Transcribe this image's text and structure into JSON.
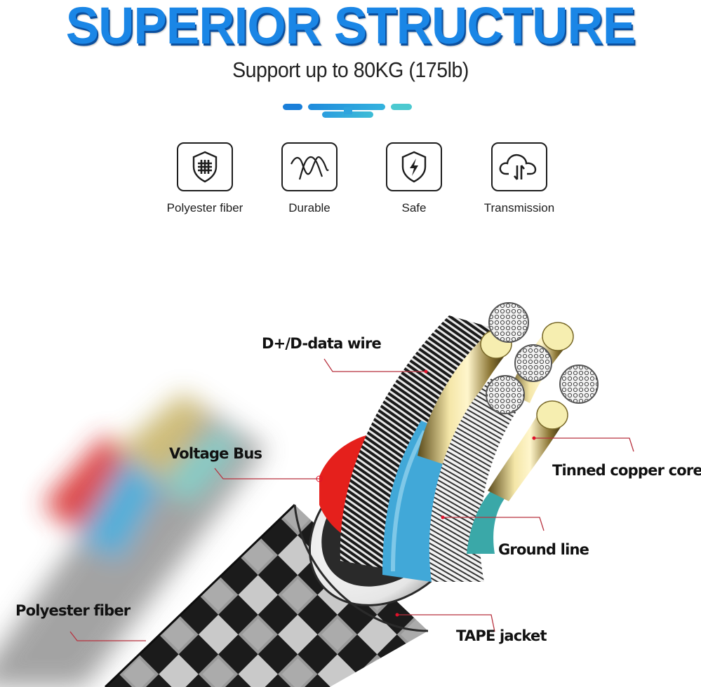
{
  "header": {
    "title": "SUPERIOR STRUCTURE",
    "subtitle": "Support up to 80KG (175lb)"
  },
  "colors": {
    "title_blue": "#1a86e6",
    "title_shadow": "#0b4f9e",
    "divider_gradient": [
      "#1a7fd9",
      "#2aa6e0",
      "#4cc9d0"
    ],
    "leader_line": "#b8323f",
    "leader_dot": "#e0102a"
  },
  "features": [
    {
      "icon": "shield-grid-icon",
      "label": "Polyester fiber"
    },
    {
      "icon": "wave-icon",
      "label": "Durable"
    },
    {
      "icon": "shield-bolt-icon",
      "label": "Safe"
    },
    {
      "icon": "cloud-transfer-icon",
      "label": "Transmission"
    }
  ],
  "callouts": [
    {
      "id": "data-wire",
      "label": "D+/D-data wire"
    },
    {
      "id": "voltage-bus",
      "label": "Voltage Bus"
    },
    {
      "id": "tinned-copper",
      "label": "Tinned copper core"
    },
    {
      "id": "ground-line",
      "label": "Ground line"
    },
    {
      "id": "polyester-fiber",
      "label": "Polyester fiber"
    },
    {
      "id": "tape-jacket",
      "label": "TAPE jacket"
    }
  ]
}
